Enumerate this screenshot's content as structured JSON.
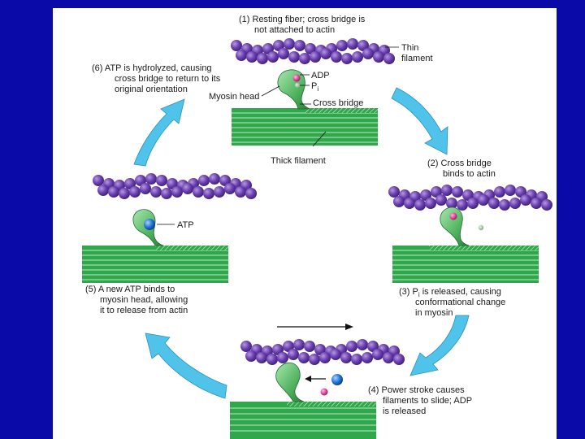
{
  "colors": {
    "slide_background": "#0a0aa8",
    "panel": "#ffffff",
    "actin_bead": "#6b3fb0",
    "myosin_head": "#5cbf6a",
    "thick_filament": "#2ea84a",
    "cycle_arrow": "#4fc3ea",
    "adp": "#e0409a",
    "phosphate": "#9fc2a0",
    "atp": "#1f6fd0"
  },
  "steps": {
    "s1": {
      "lines": [
        "(1) Resting fiber; cross bridge is",
        "not attached to actin"
      ]
    },
    "s2": {
      "lines": [
        "(2) Cross bridge",
        "binds to actin"
      ]
    },
    "s3": {
      "lines": [
        "(3) P",
        "is released, causing",
        "conformational change",
        "in myosin"
      ],
      "subscript": "i"
    },
    "s4": {
      "lines": [
        "(4) Power stroke causes",
        "filaments to slide; ADP",
        "is released"
      ]
    },
    "s5": {
      "lines": [
        "(5) A new ATP binds to",
        "myosin head, allowing",
        "it to release from actin"
      ]
    },
    "s6": {
      "lines": [
        "(6) ATP is hydrolyzed, causing",
        "cross bridge to return to its",
        "original orientation"
      ]
    }
  },
  "labels": {
    "thin_filament": [
      "Thin",
      "filament"
    ],
    "adp": "ADP",
    "pi": "P",
    "pi_sub": "i",
    "myosin_head": "Myosin head",
    "cross_bridge": "Cross bridge",
    "thick_filament": "Thick filament",
    "atp": "ATP"
  }
}
